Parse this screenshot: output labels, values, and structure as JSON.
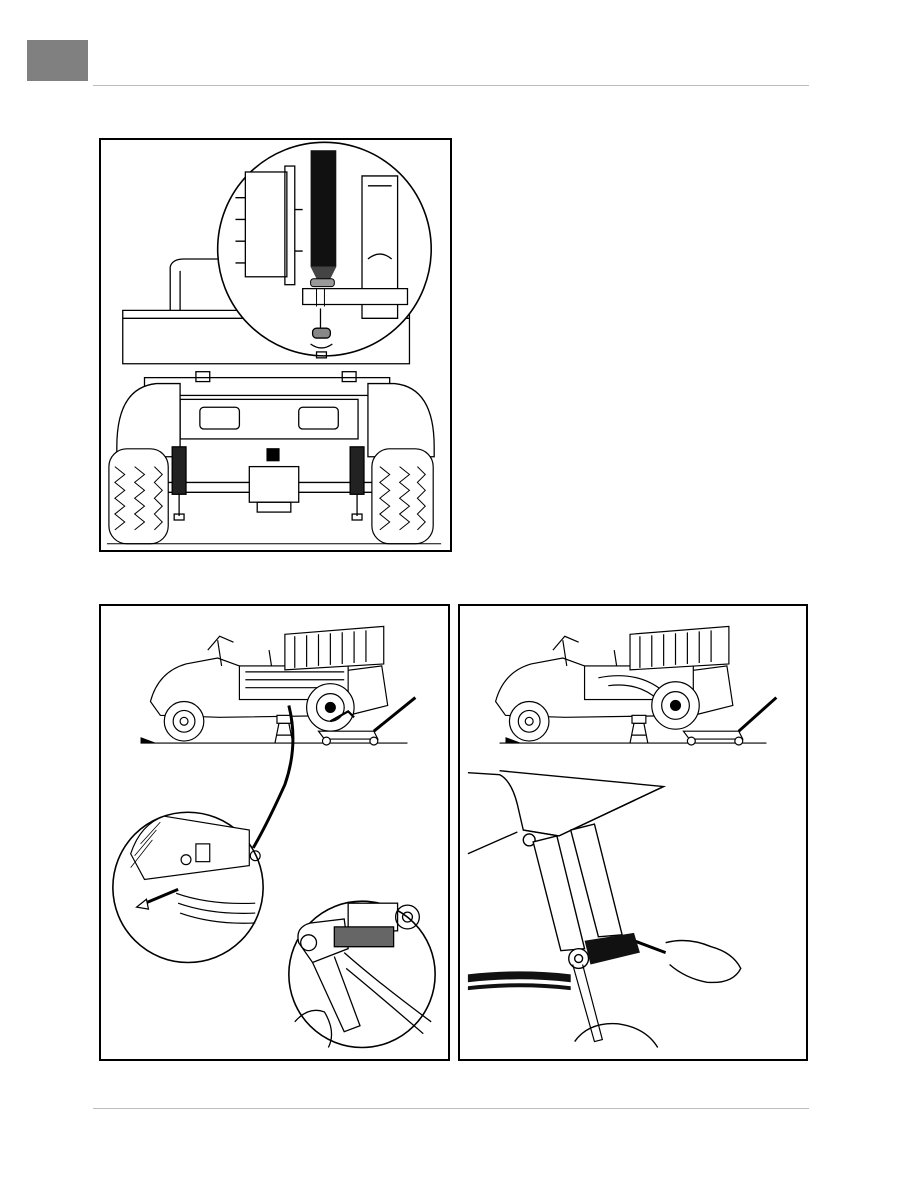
{
  "page": {
    "header_tab_color": "#808080",
    "rule_color": "#bdbdbd"
  },
  "figures": [
    {
      "id": "rear-shock-mount-view",
      "icon": "rear-axle-shock-illustration"
    },
    {
      "id": "leaf-spring-front-eye-removal",
      "icon": "vehicle-on-jack-stands-illustration"
    },
    {
      "id": "shackle-bolt-removal",
      "icon": "wrench-shackle-illustration"
    }
  ]
}
